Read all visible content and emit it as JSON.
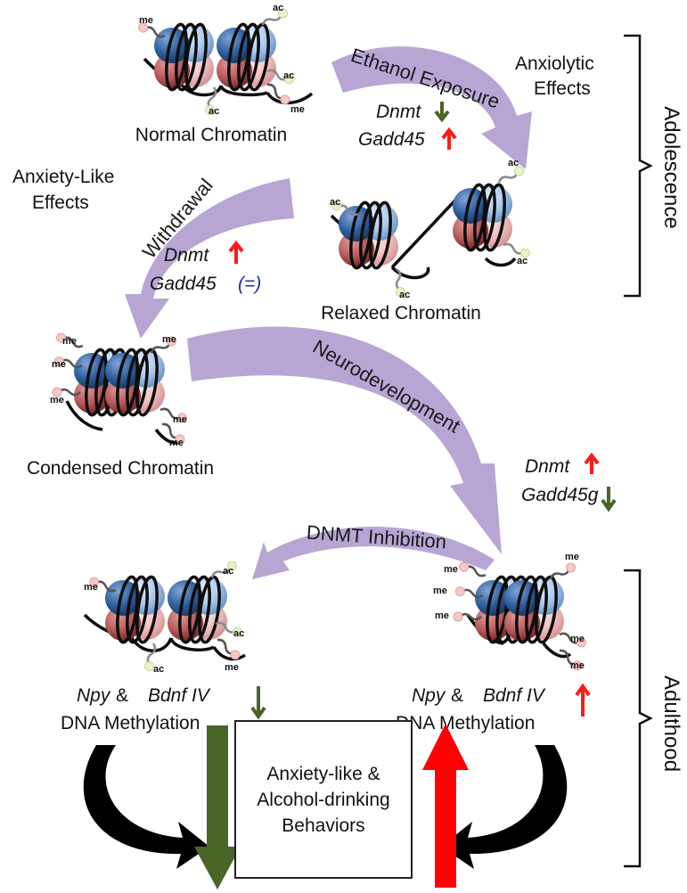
{
  "labels": {
    "normal_chromatin": "Normal Chromatin",
    "relaxed_chromatin": "Relaxed Chromatin",
    "condensed_chromatin": "Condensed Chromatin",
    "ethanol_exposure": "Ethanol Exposure",
    "withdrawal": "Withdrawal",
    "neurodevelopment": "Neurodevelopment",
    "dnmt_inhibition": "DNMT Inhibition",
    "anxiolytic_line1": "Anxiolytic",
    "anxiolytic_line2": "Effects",
    "anxiety_like_line1": "Anxiety-Like",
    "anxiety_like_line2": "Effects",
    "adolescence": "Adolescence",
    "adulthood": "Adulthood",
    "outcome_line1": "Anxiety-like &",
    "outcome_line2": "Alcohol-drinking",
    "outcome_line3": "Behaviors"
  },
  "genes": {
    "ethanol": {
      "dnmt": "Dnmt",
      "dnmt_change": "down",
      "gadd45": "Gadd45",
      "gadd45_change": "up"
    },
    "withdrawal": {
      "dnmt": "Dnmt",
      "dnmt_change": "up",
      "gadd45": "Gadd45",
      "gadd45_change": "(=)"
    },
    "neurodevelopment": {
      "dnmt": "Dnmt",
      "dnmt_change": "up",
      "gadd45g": "Gadd45g",
      "gadd45g_change": "down"
    },
    "left_adult": {
      "npy": "Npy",
      "amp": "&",
      "bdnf": "Bdnf IV",
      "line2": "DNA Methylation",
      "change": "down"
    },
    "right_adult": {
      "npy": "Npy",
      "amp": "&",
      "bdnf": "Bdnf IV",
      "line2": "DNA Methylation",
      "change": "up"
    }
  },
  "marks": {
    "acetyl": "ac",
    "methyl": "me"
  },
  "colors": {
    "curved_arrow": "#b7a6d4",
    "up_arrow": "#ff1a1a",
    "down_arrow": "#4a6528",
    "histone_blue_dark": "#2f5f9e",
    "histone_blue_light": "#a9c8ec",
    "histone_pink_dark": "#b85a5a",
    "histone_pink_light": "#f2c2c2",
    "tail_bead": "#e9f3c7",
    "methyl_bead": "#f6c8c8"
  }
}
